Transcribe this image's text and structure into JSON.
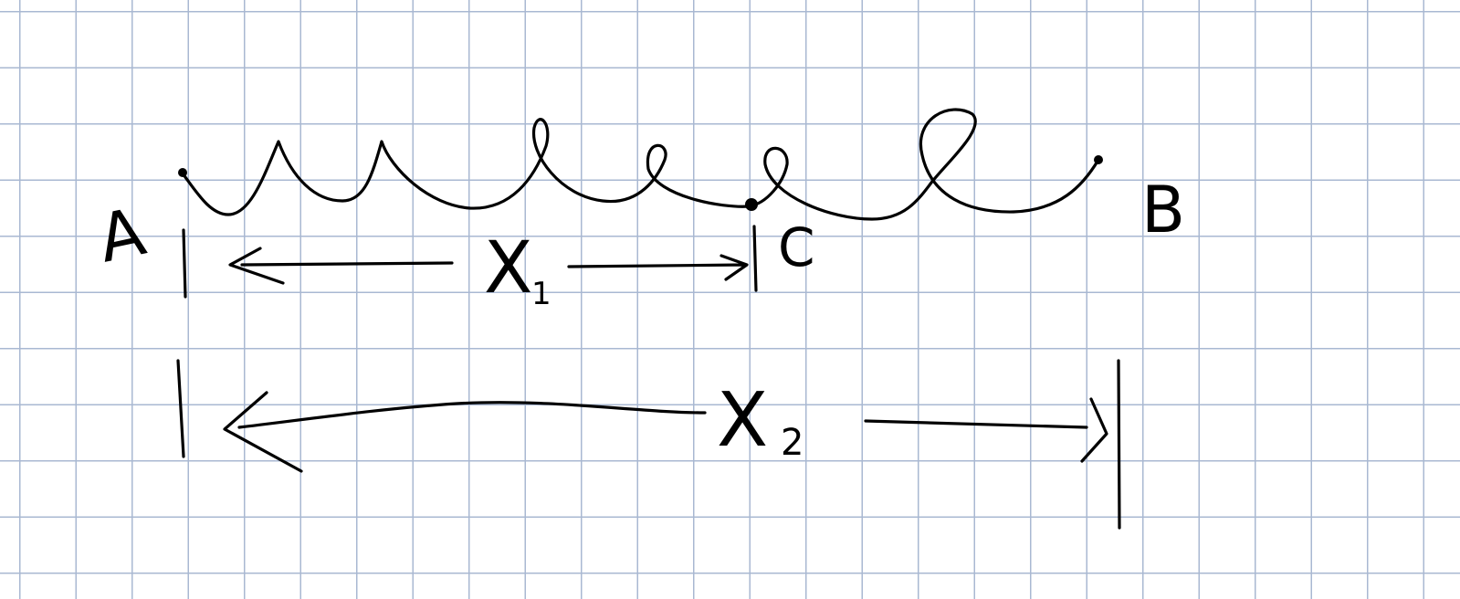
{
  "labels": {
    "point_a": "A",
    "point_b": "B",
    "point_c": "C",
    "dim_1_letter": "X",
    "dim_1_sub": "1",
    "dim_2_letter": "X",
    "dim_2_sub": "2"
  },
  "colors": {
    "ink": "#000000",
    "grid": "#a9b8d2",
    "paper": "#ffffff"
  }
}
